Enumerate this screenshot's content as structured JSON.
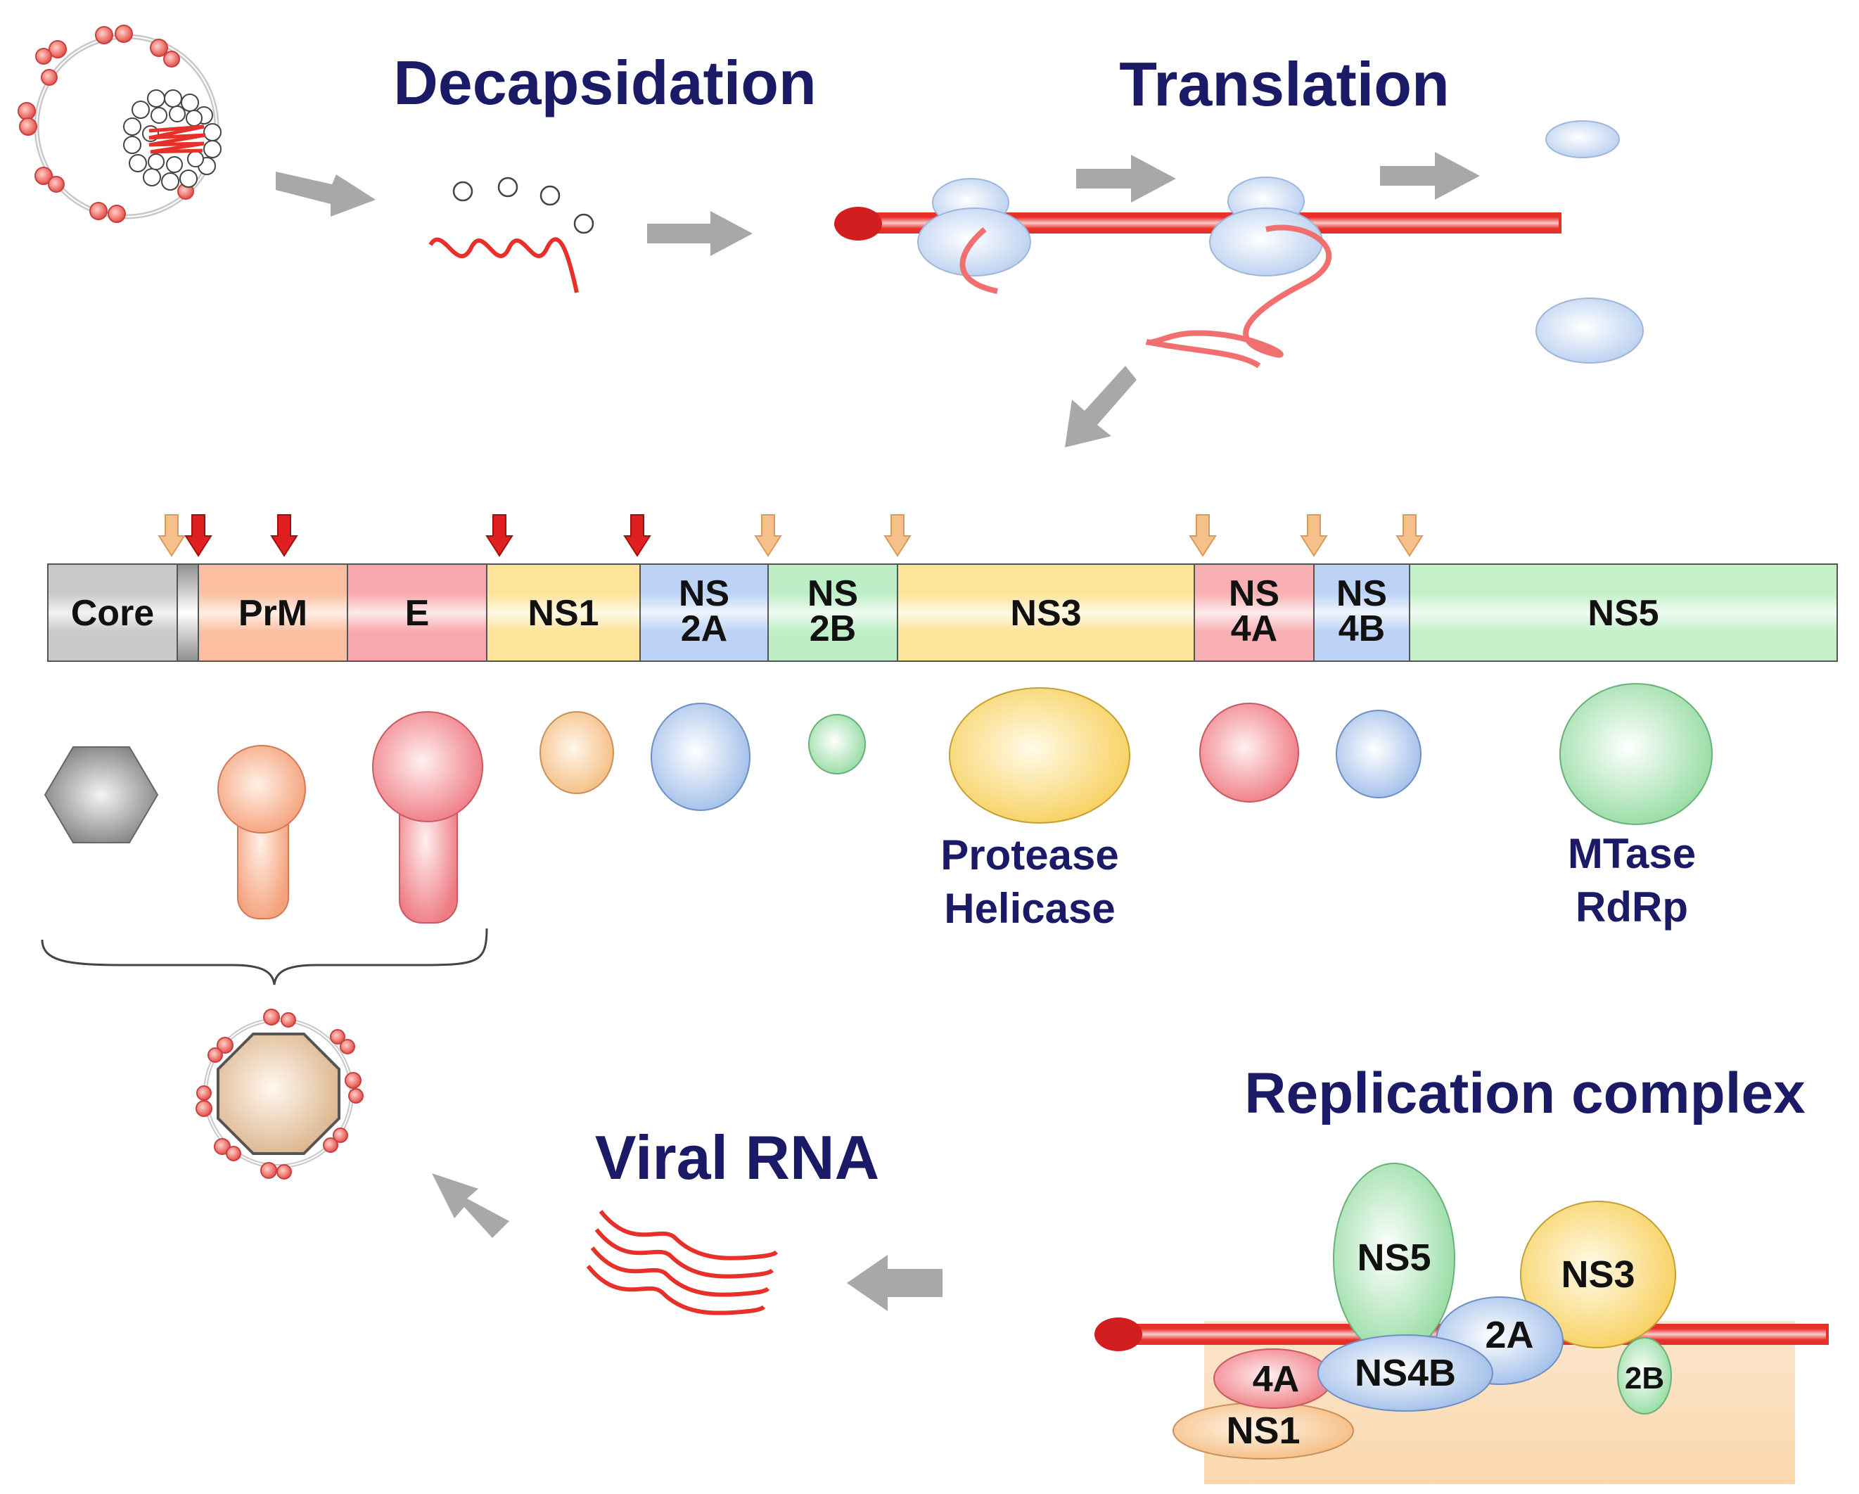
{
  "titles": {
    "decapsidation": "Decapsidation",
    "translation": "Translation",
    "replication": "Replication complex",
    "viral_rna": "Viral RNA"
  },
  "genome": [
    {
      "lines": [
        "Core"
      ],
      "color": "#c9c9c9"
    },
    {
      "lines": [
        "PrM"
      ],
      "color": "#fbbf9f"
    },
    {
      "lines": [
        "E"
      ],
      "color": "#f8a8ad"
    },
    {
      "lines": [
        "NS1"
      ],
      "color": "#fde49a"
    },
    {
      "lines": [
        "NS",
        "2A"
      ],
      "color": "#bcd3f5"
    },
    {
      "lines": [
        "NS",
        "2B"
      ],
      "color": "#bdeec6"
    },
    {
      "lines": [
        "NS3"
      ],
      "color": "#fde49a"
    },
    {
      "lines": [
        "NS",
        "4A"
      ],
      "color": "#f8b0b4"
    },
    {
      "lines": [
        "NS",
        "4B"
      ],
      "color": "#bcd3f5"
    },
    {
      "lines": [
        "NS5"
      ],
      "color": "#c3f0c8"
    }
  ],
  "functions": {
    "ns3": [
      "Protease",
      "Helicase"
    ],
    "ns5": [
      "MTase",
      "RdRp"
    ]
  },
  "complex": {
    "ns5": "NS5",
    "ns3": "NS3",
    "ns2a": "2A",
    "ns4b": "NS4B",
    "ns4a": "4A",
    "ns2b": "2B",
    "ns1": "NS1"
  },
  "colors": {
    "title": "#1a1a66",
    "rna_red": "#e8302a",
    "arrow_gray": "#a8a8a8",
    "host_cleavage": "#f6c08a",
    "viral_cleavage": "#e02020"
  }
}
